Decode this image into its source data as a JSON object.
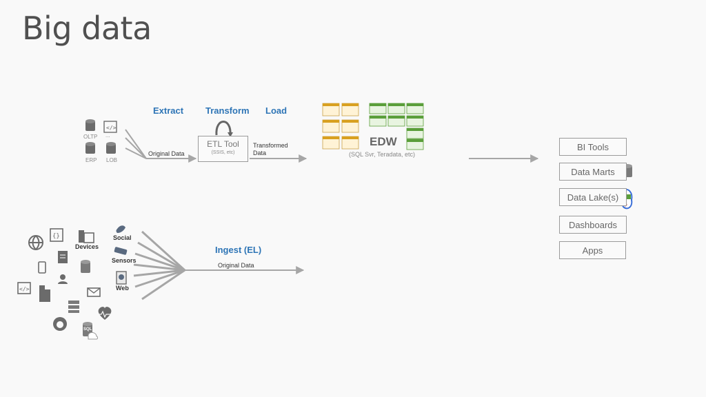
{
  "title": "Big data",
  "etl": {
    "extract": "Extract",
    "transform": "Transform",
    "load": "Load",
    "original_data": "Original Data",
    "transformed_data_line1": "Transformed",
    "transformed_data_line2": "Data",
    "tool_name": "ETL Tool",
    "tool_sub": "(SSIS, etc)",
    "sources": {
      "oltp": "OLTP",
      "erp": "ERP",
      "lob": "LOB",
      "more": "..."
    }
  },
  "edw": {
    "name": "EDW",
    "sub": "(SQL Svr, Teradata, etc)"
  },
  "ingest": {
    "label": "Ingest (EL)",
    "original_data": "Original Data",
    "devices": "Devices",
    "social": "Social",
    "sensors": "Sensors",
    "web": "Web",
    "sql": "SQL"
  },
  "outputs": {
    "bi_tools": "BI Tools",
    "data_marts": "Data Marts",
    "data_lakes": "Data Lake(s)",
    "dashboards": "Dashboards",
    "apps": "Apps"
  },
  "colors": {
    "blue_text": "#2e75b6",
    "arrow": "#a6a6a6",
    "orange_table": "#d9a020",
    "green_table": "#5a9e3a"
  }
}
